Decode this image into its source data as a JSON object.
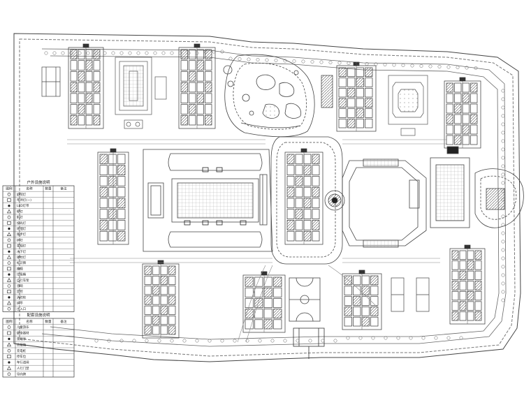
{
  "legend_top": {
    "title": "户外设施说明",
    "headers": [
      "图例",
      "名称",
      "数量",
      "备注"
    ],
    "rows": [
      {
        "icon": "lamp-post-icon",
        "name": "庭院灯",
        "qty": "",
        "note": ""
      },
      {
        "icon": "lawn-light-icon",
        "name": "草坪灯(一)",
        "qty": "",
        "note": ""
      },
      {
        "icon": "led-strip-icon",
        "name": "LED灯带",
        "qty": "",
        "note": ""
      },
      {
        "icon": "wall-light-icon",
        "name": "壁灯",
        "qty": "",
        "note": ""
      },
      {
        "icon": "spot-light-icon",
        "name": "射灯",
        "qty": "",
        "note": ""
      },
      {
        "icon": "flood-light-icon",
        "name": "投光灯",
        "qty": "",
        "note": ""
      },
      {
        "icon": "uplight-icon",
        "name": "地埋灯",
        "qty": "",
        "note": ""
      },
      {
        "icon": "step-light-icon",
        "name": "踏步灯",
        "qty": "",
        "note": ""
      },
      {
        "icon": "tree-light-icon",
        "name": "树灯",
        "qty": "",
        "note": ""
      },
      {
        "icon": "garden-light-icon",
        "name": "景观灯",
        "qty": "",
        "note": ""
      },
      {
        "icon": "underwater-light-icon",
        "name": "水下灯",
        "qty": "",
        "note": ""
      },
      {
        "icon": "bollard-icon",
        "name": "矮柱灯",
        "qty": "",
        "note": ""
      },
      {
        "icon": "sign-icon",
        "name": "标识牌",
        "qty": "",
        "note": ""
      },
      {
        "icon": "bench-icon",
        "name": "座椅",
        "qty": "",
        "note": ""
      },
      {
        "icon": "trash-bin-icon",
        "name": "垃圾桶",
        "qty": "",
        "note": ""
      },
      {
        "icon": "bike-rack-icon",
        "name": "自行车架",
        "qty": "",
        "note": ""
      },
      {
        "icon": "speaker-icon",
        "name": "音响",
        "qty": "",
        "note": ""
      },
      {
        "icon": "camera-icon",
        "name": "监控",
        "qty": "",
        "note": ""
      },
      {
        "icon": "hydrant-icon",
        "name": "消防栓",
        "qty": "",
        "note": ""
      },
      {
        "icon": "gate-icon",
        "name": "岗亭",
        "qty": "",
        "note": ""
      },
      {
        "icon": "entrance-icon",
        "name": "出入口",
        "qty": "",
        "note": ""
      }
    ]
  },
  "legend_bottom": {
    "title": "配套设施说明",
    "headers": [
      "图例",
      "名称",
      "数量",
      "备注"
    ],
    "rows": [
      {
        "icon": "playground-icon",
        "name": "儿童游乐",
        "qty": "",
        "note": ""
      },
      {
        "icon": "fitness-icon",
        "name": "健身器材",
        "qty": "",
        "note": ""
      },
      {
        "icon": "pavilion-icon",
        "name": "景观亭",
        "qty": "",
        "note": ""
      },
      {
        "icon": "mailbox-icon",
        "name": "信报箱",
        "qty": "",
        "note": ""
      },
      {
        "icon": "charging-icon",
        "name": "充电桩",
        "qty": "",
        "note": ""
      },
      {
        "icon": "parking-icon",
        "name": "停车位",
        "qty": "",
        "note": ""
      },
      {
        "icon": "car-gate-icon",
        "name": "车行道闸",
        "qty": "",
        "note": ""
      },
      {
        "icon": "ped-gate-icon",
        "name": "人行门禁",
        "qty": "",
        "note": ""
      },
      {
        "icon": "direction-icon",
        "name": "导向牌",
        "qty": "",
        "note": ""
      }
    ]
  },
  "colors": {
    "line": "#333333",
    "light": "#7a7a7a",
    "faint": "#b8b8b8",
    "dark": "#1a1a1a",
    "background": "#ffffff"
  }
}
